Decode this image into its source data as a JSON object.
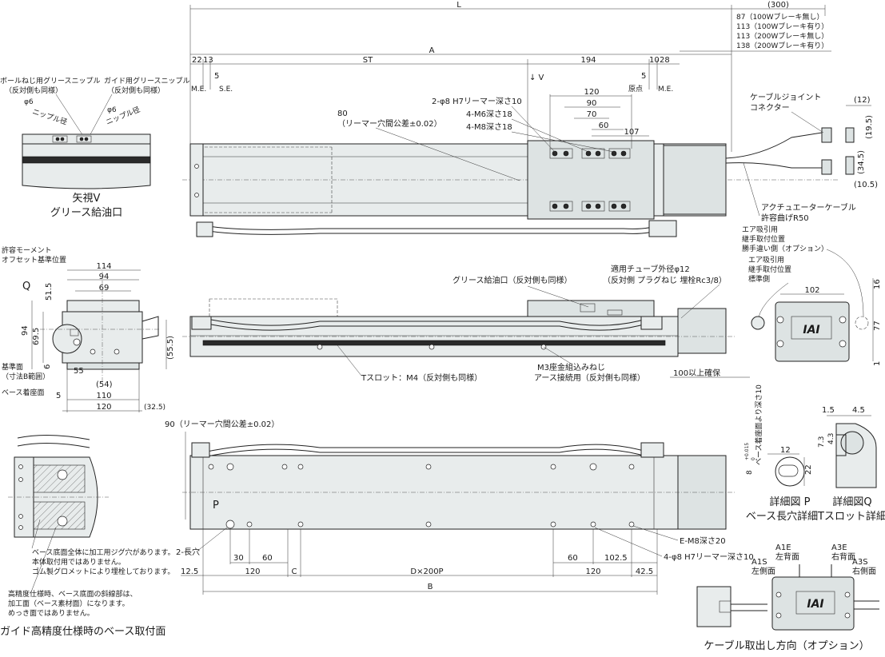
{
  "dims_top": {
    "L": "L",
    "A": "A",
    "ST": "ST",
    "d194": "194",
    "d22": "22",
    "d13": "13",
    "d10": "10",
    "d28": "28",
    "d300": "(300)",
    "d5a": "5",
    "d5b": "5",
    "ME_left": "M.E.",
    "SE": "S.E.",
    "origin": "原点",
    "ME_right": "M.E.",
    "view_v": "↓ V",
    "motor_len": [
      "87（100Wブレーキ無し）",
      "113（100Wブレーキ有り）",
      "113（200Wブレーキ無し）",
      "138（200Wブレーキ有り）"
    ],
    "d120": "120",
    "d90": "90",
    "d70": "70",
    "d60": "60",
    "d107": "107",
    "reamer_2": "2-φ8 H7リーマー深さ10",
    "m6": "4-M6深さ18",
    "m8": "4-M8深さ18",
    "d80": "80",
    "reamer_tol": "（リーマー穴間公差±0.02）",
    "cable_joint": [
      "ケーブルジョイント",
      "コネクター"
    ],
    "d12": "(12)",
    "d19_5": "(19.5)",
    "d34_5": "(34.5)",
    "d10_5": "(10.5)",
    "actuator_cable": [
      "アクチュエーターケーブル",
      "許容曲げR50"
    ]
  },
  "view_v": {
    "ballscrew_nipple": [
      "ボールねじ用グリースニップル",
      "（反対側も同様）"
    ],
    "guide_nipple": [
      "ガイド用グリースニップル",
      "（反対側も同様）"
    ],
    "phi6a": "φ6",
    "phi6b": "φ6",
    "nipple_dia_a": "ニップル径",
    "nipple_dia_b": "ニップル径",
    "caption": [
      "矢視V",
      "グリース給油口"
    ]
  },
  "side_view": {
    "moment_ref": [
      "許容モーメント",
      "オフセット基準位置"
    ],
    "d114": "114",
    "d94": "94",
    "d69": "69",
    "Q": "Q",
    "d51_5": "51.5",
    "d94v": "94",
    "d69_5": "69.5",
    "d55_5": "(55.5)",
    "d6": "6",
    "ref_plane": [
      "基準面",
      "（寸法B範囲）"
    ],
    "base_seat": "ベース着座面",
    "d55": "55",
    "d54": "(54)",
    "d5": "5",
    "d110": "110",
    "d120": "120",
    "d32_5": "(32.5)"
  },
  "front_view": {
    "grease_port": "グリース給油口（反対側も同様）",
    "tube": [
      "適用チューブ外径φ12",
      "（反対側 プラグねじ 埋栓Rc3/8）"
    ],
    "tslot": "Tスロット：M4（反対側も同様）",
    "m3": [
      "M3座金組込みねじ",
      "アース接続用（反対側も同様）"
    ],
    "d100": "100以上確保"
  },
  "end_view": {
    "air1": [
      "エア吸引用",
      "継手取付位置",
      "勝手違い側（オプション）"
    ],
    "air2": [
      "エア吸引用",
      "継手取付位置",
      "標準側"
    ],
    "d102": "102",
    "d16": "16",
    "d77": "77",
    "d1": "1",
    "logo": "IAI"
  },
  "bottom_view": {
    "reamer_tol": "90（リーマー穴間公差±0.02）",
    "P": "P",
    "long_hole": "2-長穴",
    "E_m8": "E-M8深さ20",
    "reamer4": "4-φ8 H7リーマー深さ10",
    "d30": "30",
    "d60a": "60",
    "C": "C",
    "DP": "D×200P",
    "d60b": "60",
    "d102_5": "102.5",
    "d12_5": "12.5",
    "d120a": "120",
    "d120b": "120",
    "d42_5": "42.5",
    "B": "B"
  },
  "guide_base": {
    "note1": [
      "ベース底面全体に加工用ジグ穴があります。",
      "本体取付用ではありません。",
      "ゴム製グロメットにより埋栓しております。"
    ],
    "note2": [
      "高精度仕様時、ベース底面の斜線部は、",
      "加工面（ベース素材面）になります。",
      "めっき面ではありません。"
    ],
    "caption": "ガイド高精度仕様時のベース取付面"
  },
  "detail_p": {
    "d8": "8",
    "tol_top": "+0.015",
    "tol_bot": "0",
    "depth": "ベース着座面より深さ10",
    "d12": "12",
    "d22": "22",
    "caption": [
      "詳細図 P",
      "ベース長穴詳細"
    ]
  },
  "detail_q": {
    "d1_5": "1.5",
    "d4_5": "4.5",
    "d7_3": "7.3",
    "d4_3": "4.3",
    "caption": [
      "詳細図Q",
      "Tスロット詳細"
    ]
  },
  "cable_option": {
    "A1E": [
      "A1E",
      "左背面"
    ],
    "A3E": [
      "A3E",
      "右背面"
    ],
    "A1S": [
      "A1S",
      "左側面"
    ],
    "A3S": [
      "A3S",
      "右側面"
    ],
    "logo": "IAI",
    "caption": "ケーブル取出し方向（オプション）"
  }
}
